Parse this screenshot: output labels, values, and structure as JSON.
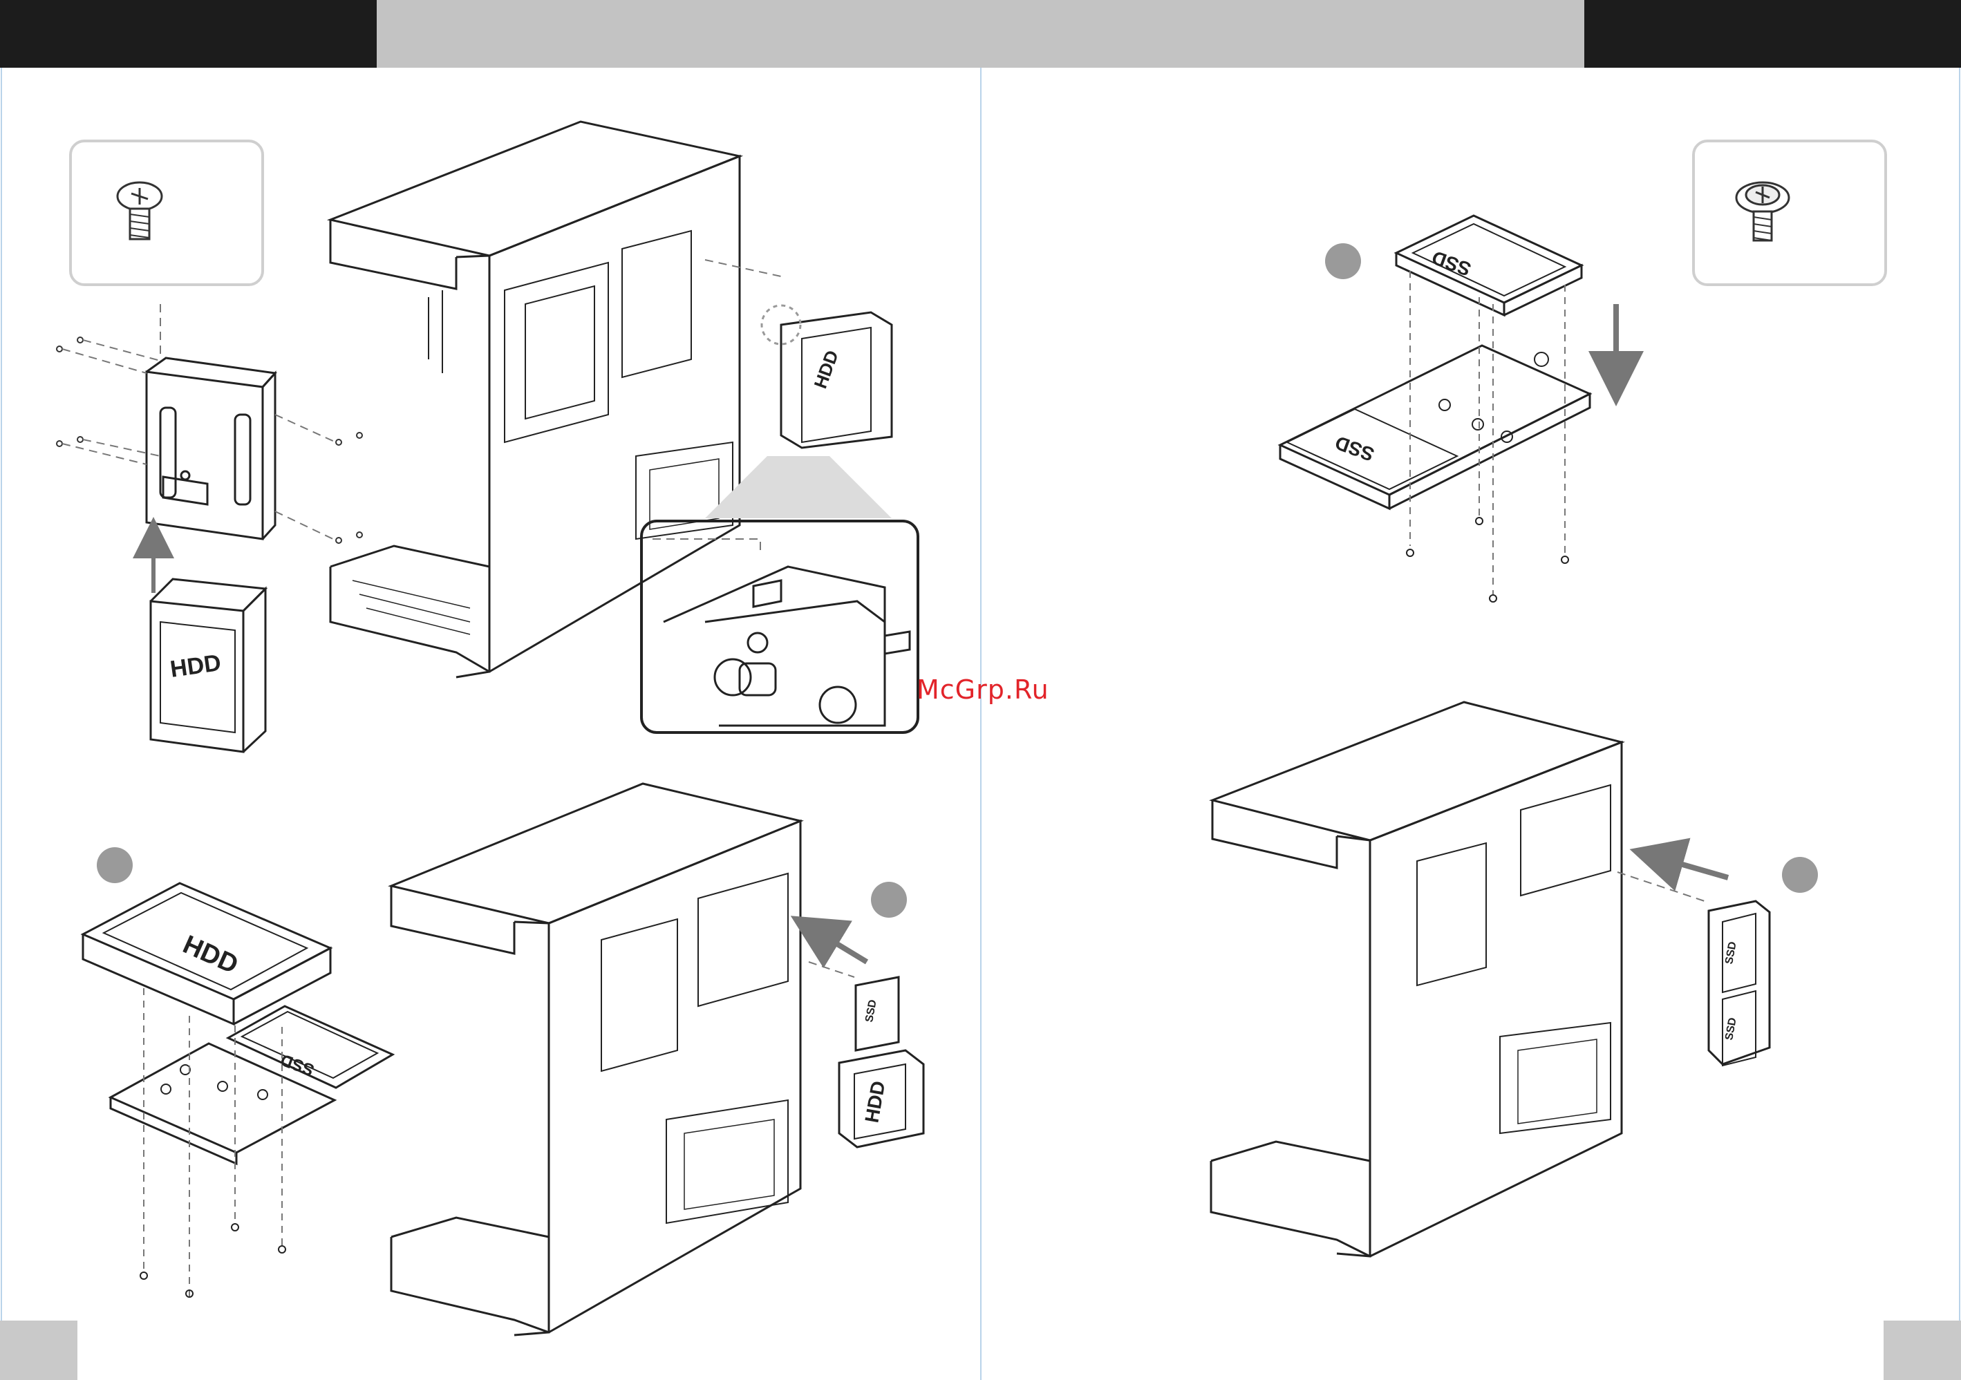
{
  "header": {
    "left_tab_color": "#1c1c1c",
    "right_tab_color": "#1c1c1c",
    "bar_color": "#c3c3c3"
  },
  "watermark": {
    "text": "McGrp.Ru",
    "color": "#e2242a"
  },
  "labels": {
    "hdd": "HDD",
    "ssd": "SSD"
  },
  "icons": [
    "screw-icon",
    "arrow-up-icon",
    "arrow-down-icon",
    "arrow-in-icon"
  ]
}
